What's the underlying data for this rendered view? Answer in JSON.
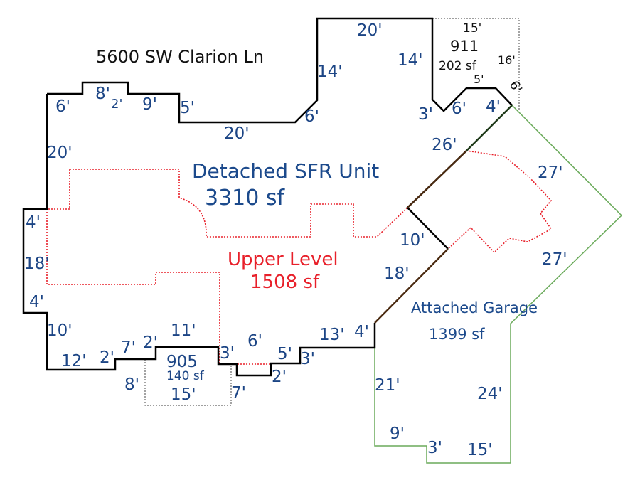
{
  "address": "5600 SW Clarion Ln",
  "colors": {
    "main_outline": "#000000",
    "garage_outline": "#6aaa5a",
    "upper_level": "#e8202a",
    "label_blue": "#1c4585",
    "shared_wall": "#4a2a10"
  },
  "areas": {
    "main": {
      "name": "Detached SFR Unit",
      "area": "3310 sf"
    },
    "upper": {
      "name": "Upper Level",
      "area": "1508 sf"
    },
    "garage": {
      "name": "Attached Garage",
      "area": "1399 sf"
    },
    "box_911": {
      "name": "911",
      "area": "202 sf",
      "dims": [
        "15'",
        "16'",
        "5'",
        "6'"
      ]
    },
    "box_905": {
      "name": "905",
      "area": "140 sf",
      "dims": [
        "15'"
      ]
    }
  },
  "dims": [
    "6'",
    "8'",
    "2'",
    "9'",
    "5'",
    "20'",
    "6'",
    "14'",
    "20'",
    "14'",
    "3'",
    "6'",
    "4'",
    "26'",
    "27'",
    "20'",
    "4'",
    "18'",
    "4'",
    "10'",
    "12'",
    "2'",
    "7'",
    "2'",
    "11'",
    "3'",
    "6'",
    "5'",
    "3'",
    "13'",
    "4'",
    "8'",
    "7'",
    "2'",
    "10'",
    "18'",
    "27'",
    "21'",
    "24'",
    "9'",
    "3'",
    "15'"
  ]
}
